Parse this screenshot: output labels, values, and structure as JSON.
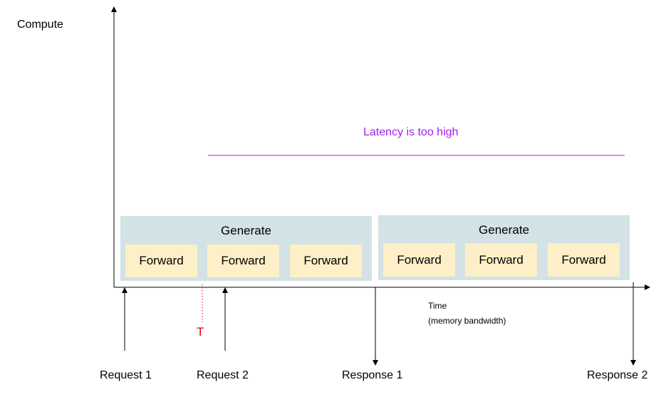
{
  "axes": {
    "y_label": "Compute",
    "x_label_line1": "Time",
    "x_label_line2": "(memory bandwidth)"
  },
  "annotation": {
    "latency": "Latency is too high",
    "t_marker": "T",
    "latency_color": "#a020f0",
    "t_color": "#ee0000"
  },
  "generate_blocks": [
    {
      "title": "Generate",
      "forwards": [
        "Forward",
        "Forward",
        "Forward"
      ]
    },
    {
      "title": "Generate",
      "forwards": [
        "Forward",
        "Forward",
        "Forward"
      ]
    }
  ],
  "events": {
    "request_1": "Request 1",
    "request_2": "Request 2",
    "response_1": "Response 1",
    "response_2": "Response 2"
  },
  "colors": {
    "generate_bg": "#d3e2e4",
    "forward_bg": "#fdefc7"
  }
}
